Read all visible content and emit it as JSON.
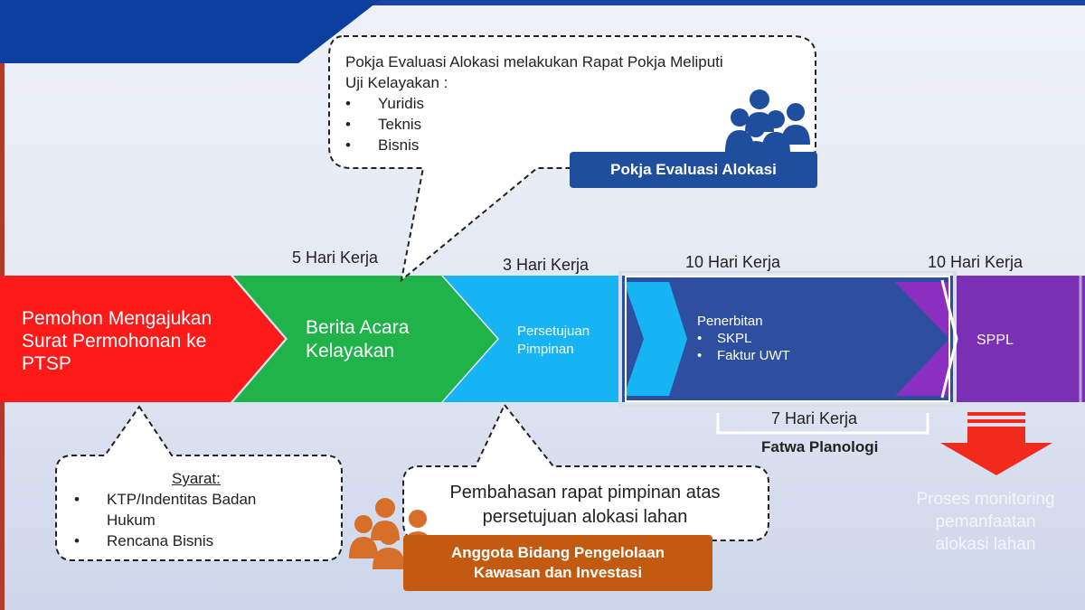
{
  "colors": {
    "stage1": "#ff1a1a",
    "stage2": "#1fb34a",
    "stage3": "#16b4f2",
    "stage4": "#2e4fa0",
    "stage5": "#7a2fb5",
    "pokja_badge": "#1f4e9e",
    "anggota_badge": "#c25a12",
    "monitoring_arrow": "#f02a1c"
  },
  "stages": [
    {
      "lines": [
        "Pemohon Mengajukan",
        "Surat Permohonan ke",
        "PTSP"
      ]
    },
    {
      "lines": [
        "Berita Acara",
        "Kelayakan"
      ]
    },
    {
      "lines": [
        "Persetujuan",
        "Pimpinan"
      ]
    },
    {
      "title": "Penerbitan",
      "items": [
        "SKPL",
        "Faktur UWT"
      ]
    },
    {
      "lines": [
        "SPPL"
      ]
    }
  ],
  "durations": [
    "5 Hari Kerja",
    "3 Hari Kerja",
    "10 Hari Kerja",
    "10 Hari Kerja"
  ],
  "fatwa": {
    "duration": "7 Hari Kerja",
    "label": "Fatwa Planologi"
  },
  "pokja_callout": {
    "lines": [
      "Pokja Evaluasi Alokasi melakukan Rapat Pokja Meliputi",
      "Uji Kelayakan :"
    ],
    "items": [
      "Yuridis",
      "Teknis",
      "Bisnis"
    ]
  },
  "pokja_badge": "Pokja Evaluasi Alokasi",
  "syarat_callout": {
    "title": "Syarat:",
    "items": [
      [
        "KTP/Indentitas Badan",
        "Hukum"
      ],
      [
        "Rencana Bisnis"
      ]
    ]
  },
  "pembahasan_callout": {
    "lines": [
      "Pembahasan rapat pimpinan atas",
      "persetujuan alokasi lahan"
    ]
  },
  "anggota_badge": {
    "lines": [
      "Anggota Bidang Pengelolaan",
      "Kawasan dan Investasi"
    ]
  },
  "monitoring": {
    "lines": [
      "Proses monitoring",
      "pemanfaatan",
      "alokasi lahan"
    ]
  },
  "icons": {
    "team_blue": "people-group-icon",
    "team_orange": "people-group-icon",
    "monitoring": "down-arrow-icon"
  }
}
